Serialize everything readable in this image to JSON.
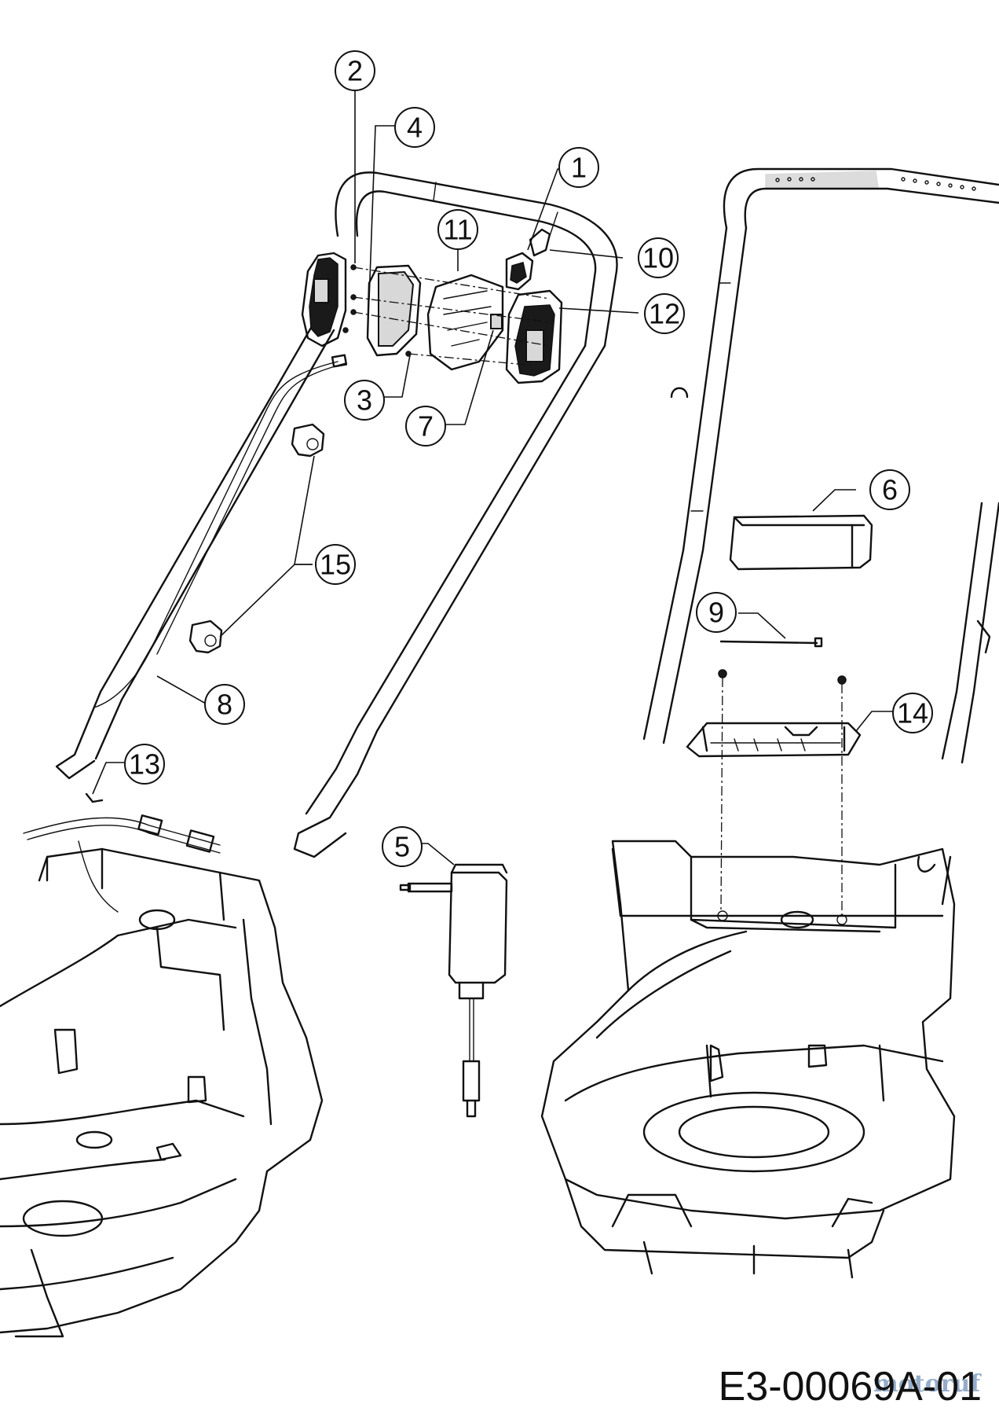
{
  "diagram": {
    "code": "E3-00069A-01",
    "watermark": "motoruf",
    "callouts": [
      {
        "id": "c1",
        "label": "1"
      },
      {
        "id": "c2",
        "label": "2"
      },
      {
        "id": "c3",
        "label": "3"
      },
      {
        "id": "c4",
        "label": "4"
      },
      {
        "id": "c5",
        "label": "5"
      },
      {
        "id": "c6",
        "label": "6"
      },
      {
        "id": "c7",
        "label": "7"
      },
      {
        "id": "c8",
        "label": "8"
      },
      {
        "id": "c9",
        "label": "9"
      },
      {
        "id": "c10",
        "label": "10"
      },
      {
        "id": "c11",
        "label": "11"
      },
      {
        "id": "c12",
        "label": "12"
      },
      {
        "id": "c13",
        "label": "13"
      },
      {
        "id": "c14",
        "label": "14"
      },
      {
        "id": "c15",
        "label": "15"
      }
    ]
  }
}
